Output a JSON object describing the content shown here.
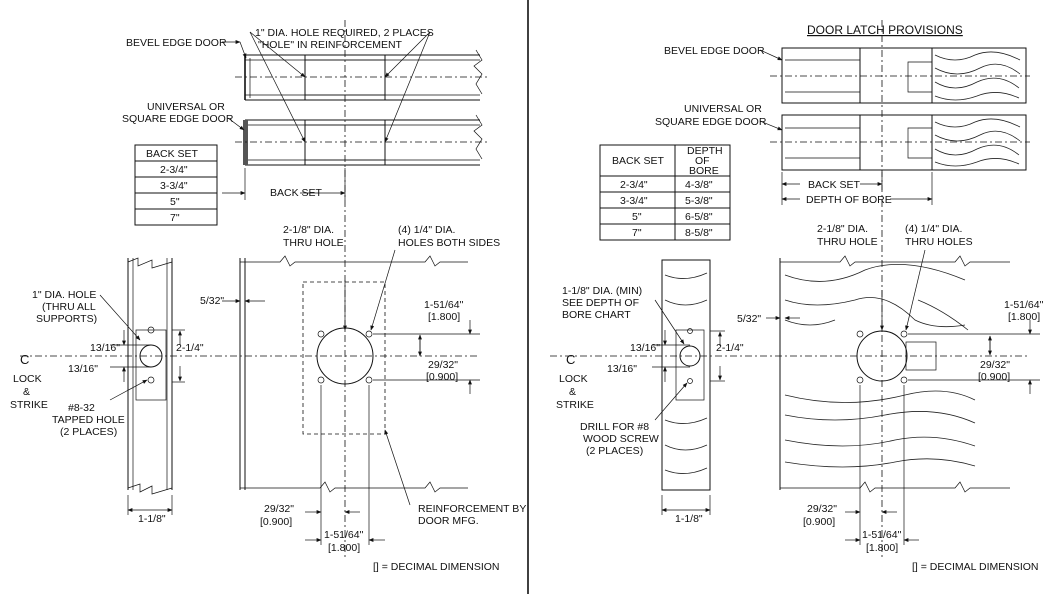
{
  "left": {
    "labels": {
      "bevel_edge_door": "BEVEL EDGE DOOR",
      "hole_required_1": "1\" DIA. HOLE REQUIRED, 2 PLACES",
      "hole_required_2": "\"HOLE\" IN REINFORCEMENT",
      "universal_1": "UNIVERSAL OR",
      "universal_2": "SQUARE EDGE DOOR",
      "back_set": "BACK SET",
      "thru_hole_1": "2-1/8\" DIA.",
      "thru_hole_2": "THRU HOLE",
      "holes_both_1": "(4) 1/4\" DIA.",
      "holes_both_2": "HOLES BOTH SIDES",
      "one_dia_1": "1\" DIA. HOLE",
      "one_dia_2": "(THRU ALL",
      "one_dia_3": "SUPPORTS)",
      "d_5_32": "5/32\"",
      "d_1_51_64": "1-51/64\"",
      "d_1800": "[1.800]",
      "d_13_16_a": "13/16\"",
      "d_13_16_b": "13/16\"",
      "d_2_1_4": "2-1/4\"",
      "d_29_32": "29/32\"",
      "d_0900": "[0.900]",
      "cl": "C",
      "lock": "LOCK",
      "amp": "&",
      "strike": "STRIKE",
      "tapped_1": "#8-32",
      "tapped_2": "TAPPED HOLE",
      "tapped_3": "(2 PLACES)",
      "d_1_1_8": "1-1/8\"",
      "b_29_32": "29/32\"",
      "b_0900": "[0.900]",
      "b_1_51_64": "1-51/64\"",
      "b_1800": "[1.800]",
      "reinf_1": "REINFORCEMENT BY",
      "reinf_2": "DOOR MFG.",
      "decimal_note": "[] = DECIMAL DIMENSION"
    },
    "table": {
      "header": "BACK SET",
      "rows": [
        "2-3/4\"",
        "3-3/4\"",
        "5\"",
        "7\""
      ]
    }
  },
  "right": {
    "title": "DOOR LATCH PROVISIONS",
    "labels": {
      "bevel_edge_door": "BEVEL EDGE DOOR",
      "universal_1": "UNIVERSAL OR",
      "universal_2": "SQUARE EDGE DOOR",
      "back_set": "BACK SET",
      "depth_of_bore": "DEPTH OF BORE",
      "thru_hole_1": "2-1/8\" DIA.",
      "thru_hole_2": "THRU HOLE",
      "thru_holes_1": "(4) 1/4\" DIA.",
      "thru_holes_2": "THRU HOLES",
      "min_1": "1-1/8\" DIA. (MIN)",
      "min_2": "SEE DEPTH OF",
      "min_3": "BORE CHART",
      "d_5_32": "5/32\"",
      "d_1_51_64": "1-51/64\"",
      "d_1800": "[1.800]",
      "d_13_16_a": "13/16\"",
      "d_13_16_b": "13/16\"",
      "d_2_1_4": "2-1/4\"",
      "d_29_32": "29/32\"",
      "d_0900": "[0.900]",
      "cl": "C",
      "lock": "LOCK",
      "amp": "&",
      "strike": "STRIKE",
      "drill_1": "DRILL FOR #8",
      "drill_2": "WOOD SCREW",
      "drill_3": "(2 PLACES)",
      "d_1_1_8": "1-1/8\"",
      "b_29_32": "29/32\"",
      "b_0900": "[0.900]",
      "b_1_51_64": "1-51/64\"",
      "b_1800": "[1.800]",
      "decimal_note": "[] = DECIMAL DIMENSION"
    },
    "table": {
      "header_a": "BACK SET",
      "header_b1": "DEPTH",
      "header_b2": "OF",
      "header_b3": "BORE",
      "rows": [
        [
          "2-3/4\"",
          "4-3/8\""
        ],
        [
          "3-3/4\"",
          "5-3/8\""
        ],
        [
          "5\"",
          "6-5/8\""
        ],
        [
          "7\"",
          "8-5/8\""
        ]
      ]
    }
  }
}
